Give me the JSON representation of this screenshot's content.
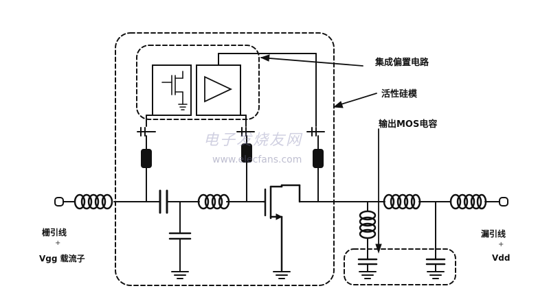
{
  "labels": {
    "bias_circuit": "集成偏置电路",
    "active_die": "活性硅模",
    "output_mos_cap": "输出MOS电容",
    "gate_lead": "栅引线",
    "vgg": "Vgg 载流子",
    "drain_lead": "漏引线",
    "vdd": "Vdd",
    "plus_left": "+",
    "plus_right": "+"
  },
  "watermark": {
    "line1": "电子发烧友网",
    "line2": "www.elecfans.com"
  },
  "colors": {
    "stroke": "#111111",
    "background": "#ffffff"
  },
  "icons": [
    "inductor-coil",
    "capacitor",
    "ground",
    "mosfet",
    "amplifier-triangle",
    "terminal-circle"
  ]
}
